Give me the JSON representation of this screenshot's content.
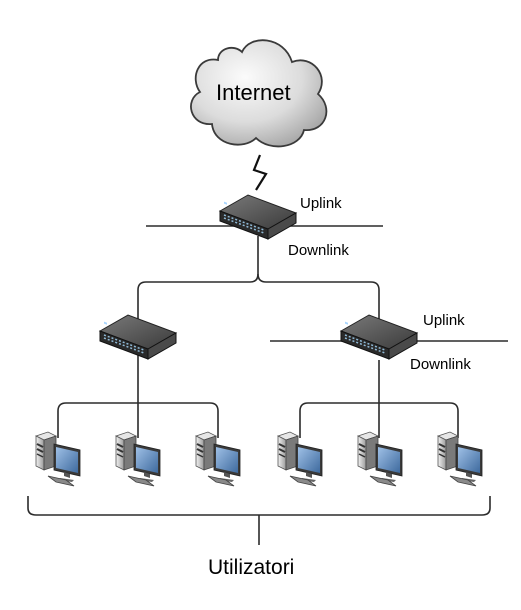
{
  "cloud": {
    "label": "Internet"
  },
  "core_switch": {
    "uplink_label": "Uplink",
    "downlink_label": "Downlink"
  },
  "right_switch": {
    "uplink_label": "Uplink",
    "downlink_label": "Downlink"
  },
  "users": {
    "label": "Utilizatori"
  },
  "colors": {
    "line": "#2b2b2b",
    "cloud_fill_light": "#f0f0f0",
    "cloud_fill_dark": "#b9b9b9",
    "switch_body": "#3c3c3c",
    "monitor_screen": "#5f88b8"
  }
}
